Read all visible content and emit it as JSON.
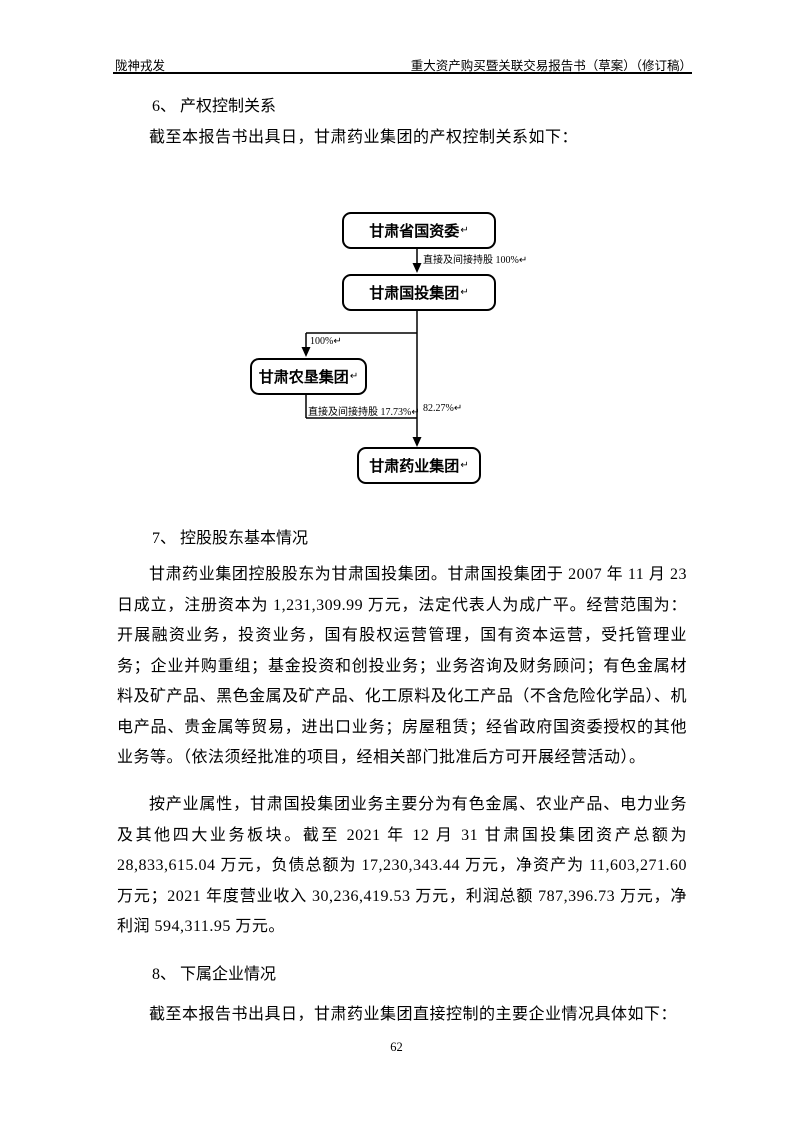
{
  "header": {
    "left_title": "陇神戎发",
    "right_title": "重大资产购买暨关联交易报告书（草案）（修订稿）"
  },
  "content": {
    "section6": {
      "heading": "6、 产权控制关系",
      "intro": "截至本报告书出具日，甘肃药业集团的产权控制关系如下："
    },
    "section7": {
      "heading": "7、 控股股东基本情况",
      "paragraph1": "甘肃药业集团控股股东为甘肃国投集团。甘肃国投集团于 2007 年 11 月 23 日成立，注册资本为 1,231,309.99 万元，法定代表人为成广平。经营范围为：开展融资业务，投资业务，国有股权运营管理，国有资本运营，受托管理业务；企业并购重组；基金投资和创投业务；业务咨询及财务顾问；有色金属材料及矿产品、黑色金属及矿产品、化工原料及化工产品（不含危险化学品）、机电产品、贵金属等贸易，进出口业务；房屋租赁；经省政府国资委授权的其他业务等。（依法须经批准的项目，经相关部门批准后方可开展经营活动）。",
      "paragraph2": "按产业属性，甘肃国投集团业务主要分为有色金属、农业产品、电力业务及其他四大业务板块。截至 2021 年 12 月 31 甘肃国投集团资产总额为 28,833,615.04 万元，负债总额为 17,230,343.44 万元，净资产为 11,603,271.60 万元；2021 年度营业收入 30,236,419.53 万元，利润总额 787,396.73 万元，净利润 594,311.95 万元。"
    },
    "section8": {
      "heading": "8、 下属企业情况",
      "intro": "截至本报告书出具日，甘肃药业集团直接控制的主要企业情况具体如下："
    }
  },
  "org_chart": {
    "return_mark": "↵",
    "nodes": [
      {
        "label": "甘肃省国资委"
      },
      {
        "label": "甘肃国投集团"
      },
      {
        "label": "甘肃农垦集团"
      },
      {
        "label": "甘肃药业集团"
      }
    ],
    "edges": {
      "edge1": "直接及间接持股 100%↵",
      "edge2": "100%↵",
      "edge3": "直接及间接持股 17.73%↵",
      "edge4": "82.27%↵"
    }
  },
  "footer": {
    "page_number": "62"
  }
}
